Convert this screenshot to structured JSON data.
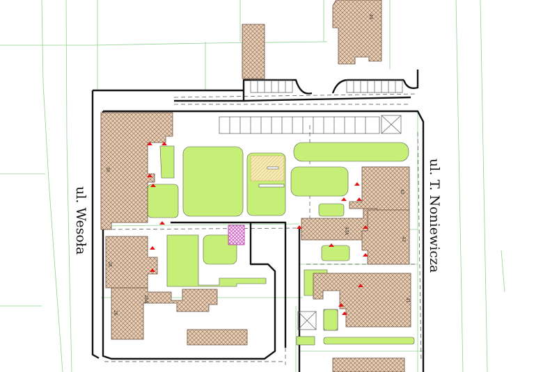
{
  "streets": {
    "west": "ul. Wesoła",
    "east": "ul. T. Noniewicza"
  },
  "house_numbers": {
    "n49": "49",
    "n30": "30",
    "n28": "28",
    "n26a": "26A",
    "n26": "26",
    "n45": "45",
    "n43": "43",
    "n43a": "43A",
    "n41": "41"
  },
  "colors": {
    "building_fill": "#e6ccb3",
    "building_hatch": "#8a6a52",
    "green": "#c8f07a",
    "road_line": "#111111",
    "parcel_line": "#8fd18f",
    "arrow": "#e41010",
    "playground": "#f4e6a8",
    "magenta": "#e07ad6"
  }
}
